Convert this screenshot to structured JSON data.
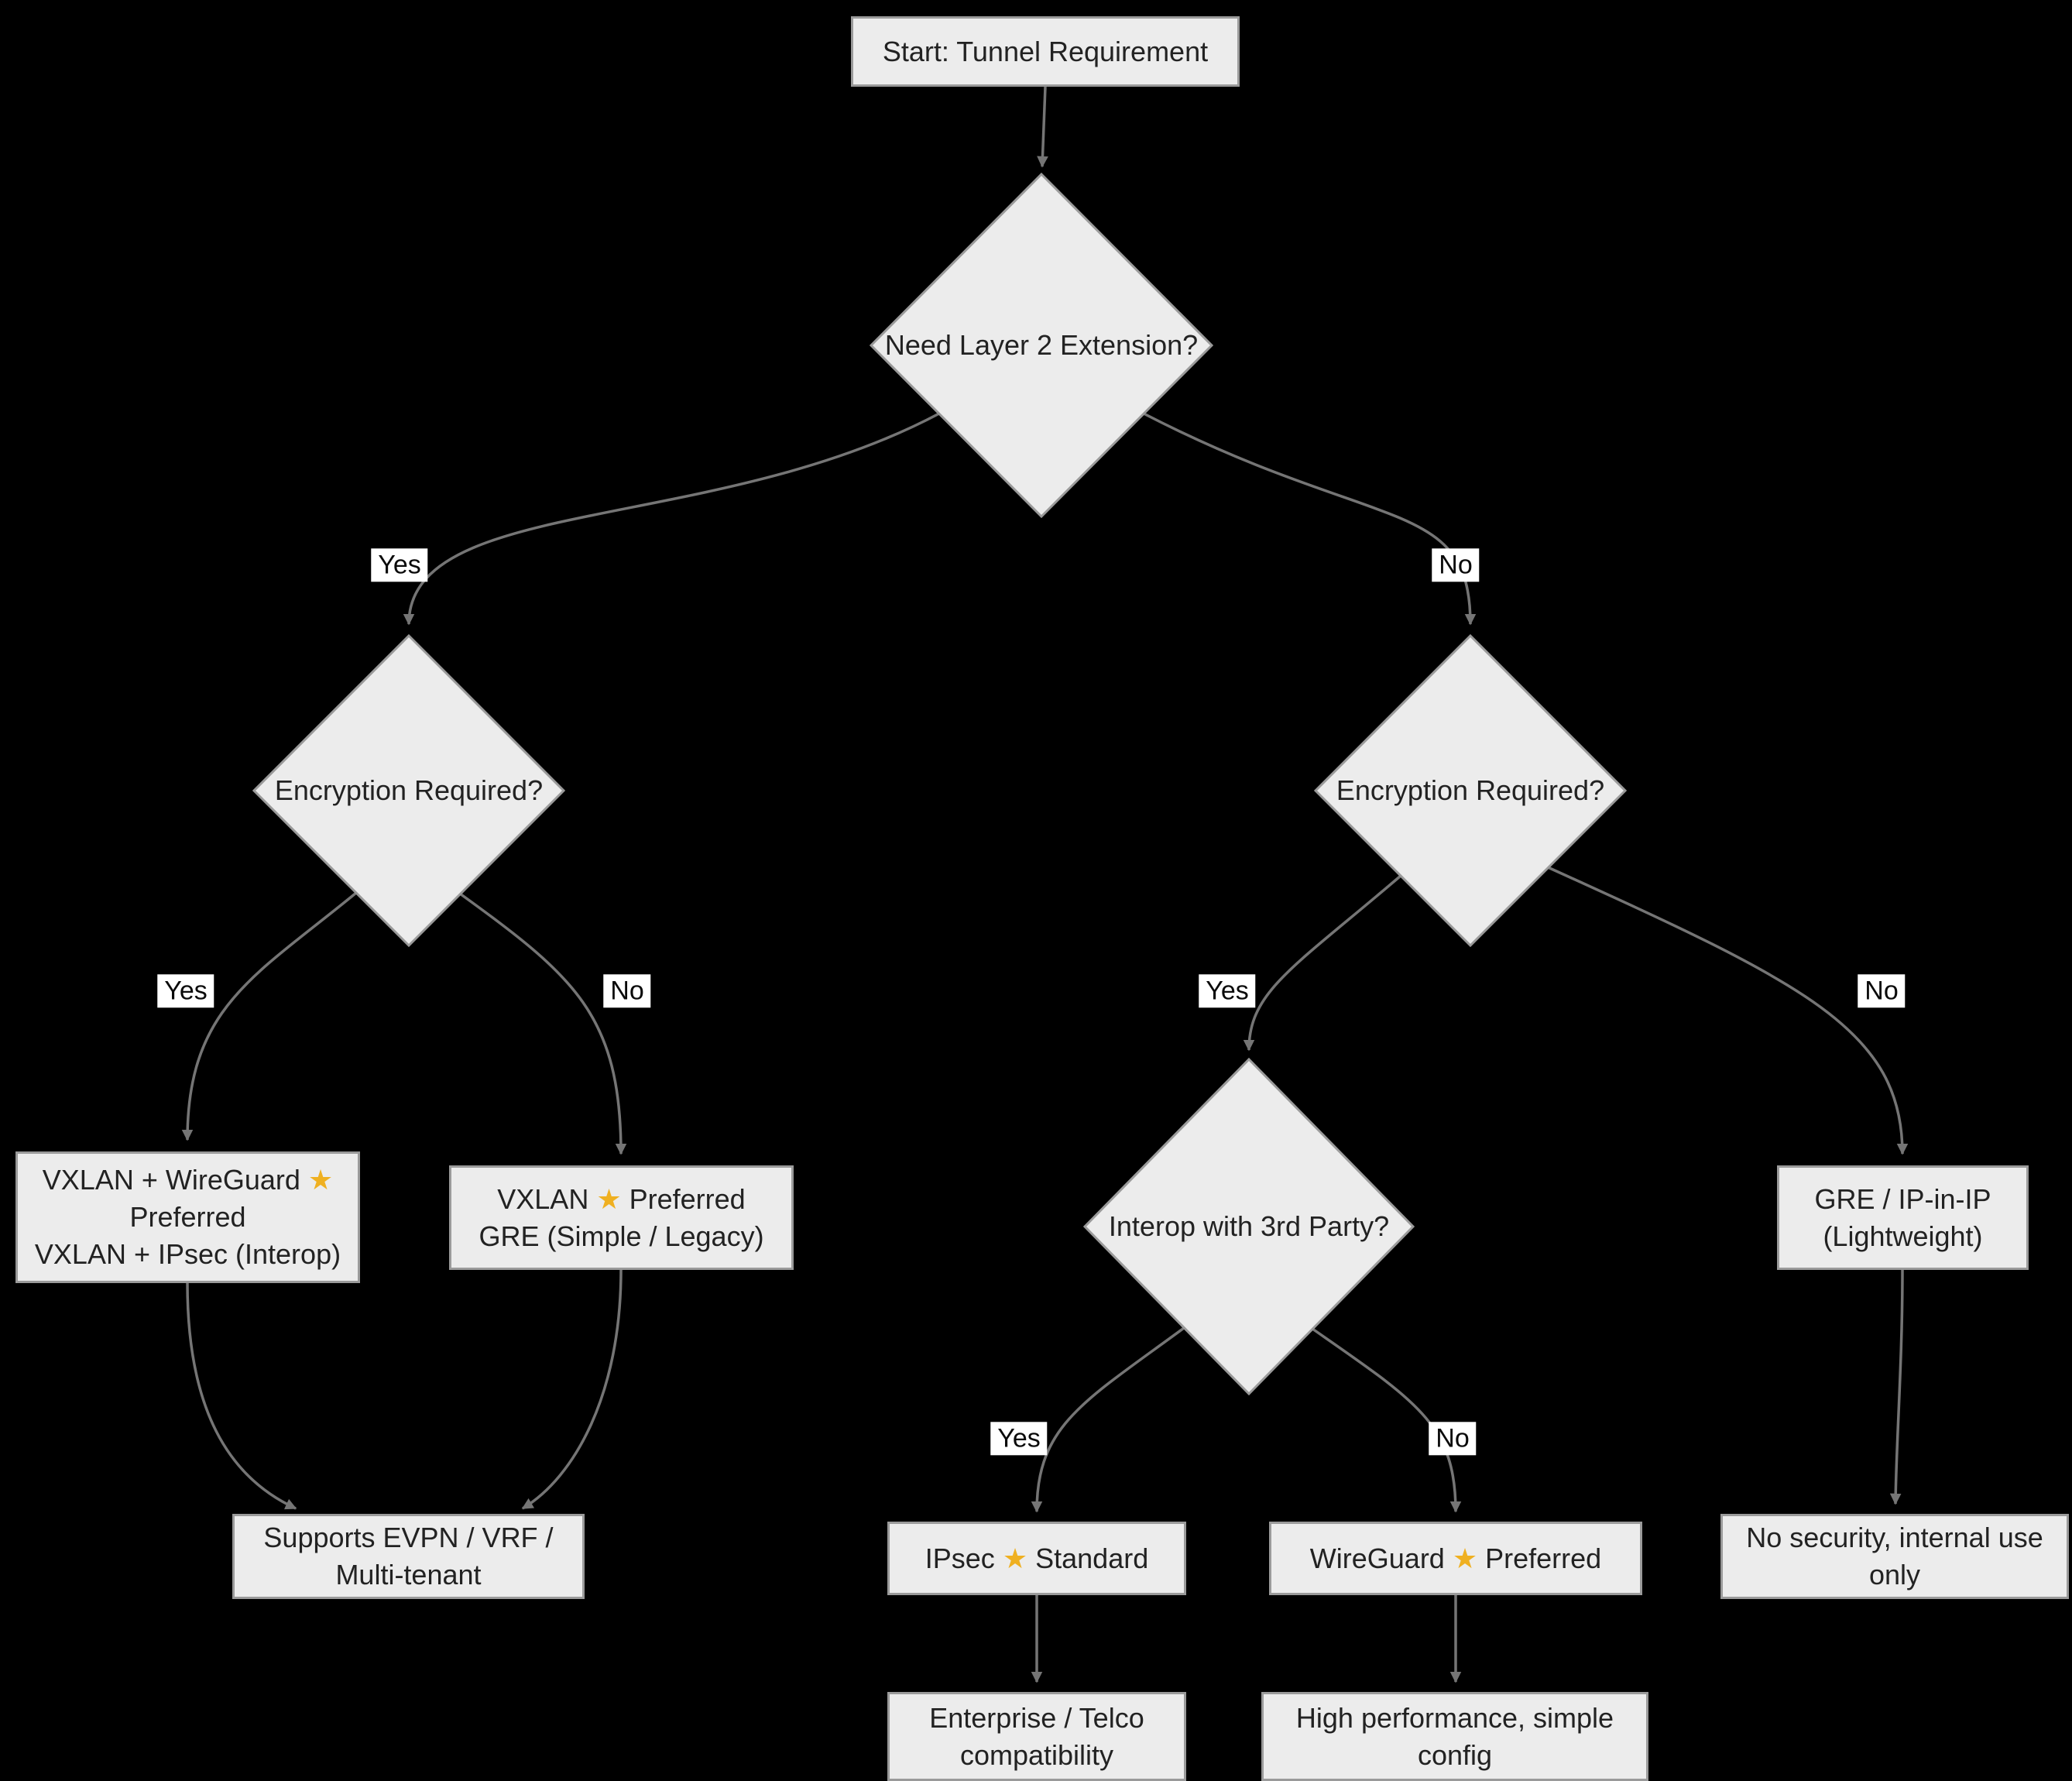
{
  "diagram": {
    "background": "#000000",
    "node_fill": "#ececec",
    "node_border": "#9a9a9a",
    "edge_color": "#757575",
    "label_bg": "#ffffff",
    "text_color": "#222222",
    "star_color": "#efb021"
  },
  "icons": {
    "star": "★"
  },
  "nodes": {
    "start": {
      "label": "Start: Tunnel Requirement"
    },
    "need_l2": {
      "label": "Need Layer 2 Extension?"
    },
    "enc_l2": {
      "label": "Encryption Required?"
    },
    "enc_l3": {
      "label": "Encryption Required?"
    },
    "interop": {
      "label": "Interop with 3rd Party?"
    },
    "vxlan_wg": {
      "line1_pre": "VXLAN + WireGuard",
      "line2": "Preferred",
      "line3": "VXLAN + IPsec (Interop)"
    },
    "vxlan_pref": {
      "line1_pre": "VXLAN",
      "line1_post": "Preferred",
      "line2": "GRE (Simple / Legacy)"
    },
    "gre_ipip": {
      "label": "GRE / IP-in-IP\n(Lightweight)"
    },
    "evpn": {
      "label": "Supports EVPN / VRF /\nMulti-tenant"
    },
    "ipsec": {
      "pre": "IPsec",
      "post": "Standard"
    },
    "wireguard": {
      "pre": "WireGuard",
      "post": "Preferred"
    },
    "no_security": {
      "label": "No security, internal use\nonly"
    },
    "enterprise": {
      "label": "Enterprise / Telco\ncompatibility"
    },
    "high_perf": {
      "label": "High performance, simple\nconfig"
    }
  },
  "edges": [
    {
      "from": "start",
      "to": "need_l2",
      "label": ""
    },
    {
      "from": "need_l2",
      "to": "enc_l2",
      "label": "Yes"
    },
    {
      "from": "need_l2",
      "to": "enc_l3",
      "label": "No"
    },
    {
      "from": "enc_l2",
      "to": "vxlan_wg",
      "label": "Yes"
    },
    {
      "from": "enc_l2",
      "to": "vxlan_pref",
      "label": "No"
    },
    {
      "from": "enc_l3",
      "to": "interop",
      "label": "Yes"
    },
    {
      "from": "enc_l3",
      "to": "gre_ipip",
      "label": "No"
    },
    {
      "from": "vxlan_wg",
      "to": "evpn",
      "label": ""
    },
    {
      "from": "vxlan_pref",
      "to": "evpn",
      "label": ""
    },
    {
      "from": "interop",
      "to": "ipsec",
      "label": "Yes"
    },
    {
      "from": "interop",
      "to": "wireguard",
      "label": "No"
    },
    {
      "from": "gre_ipip",
      "to": "no_security",
      "label": ""
    },
    {
      "from": "ipsec",
      "to": "enterprise",
      "label": ""
    },
    {
      "from": "wireguard",
      "to": "high_perf",
      "label": ""
    }
  ]
}
